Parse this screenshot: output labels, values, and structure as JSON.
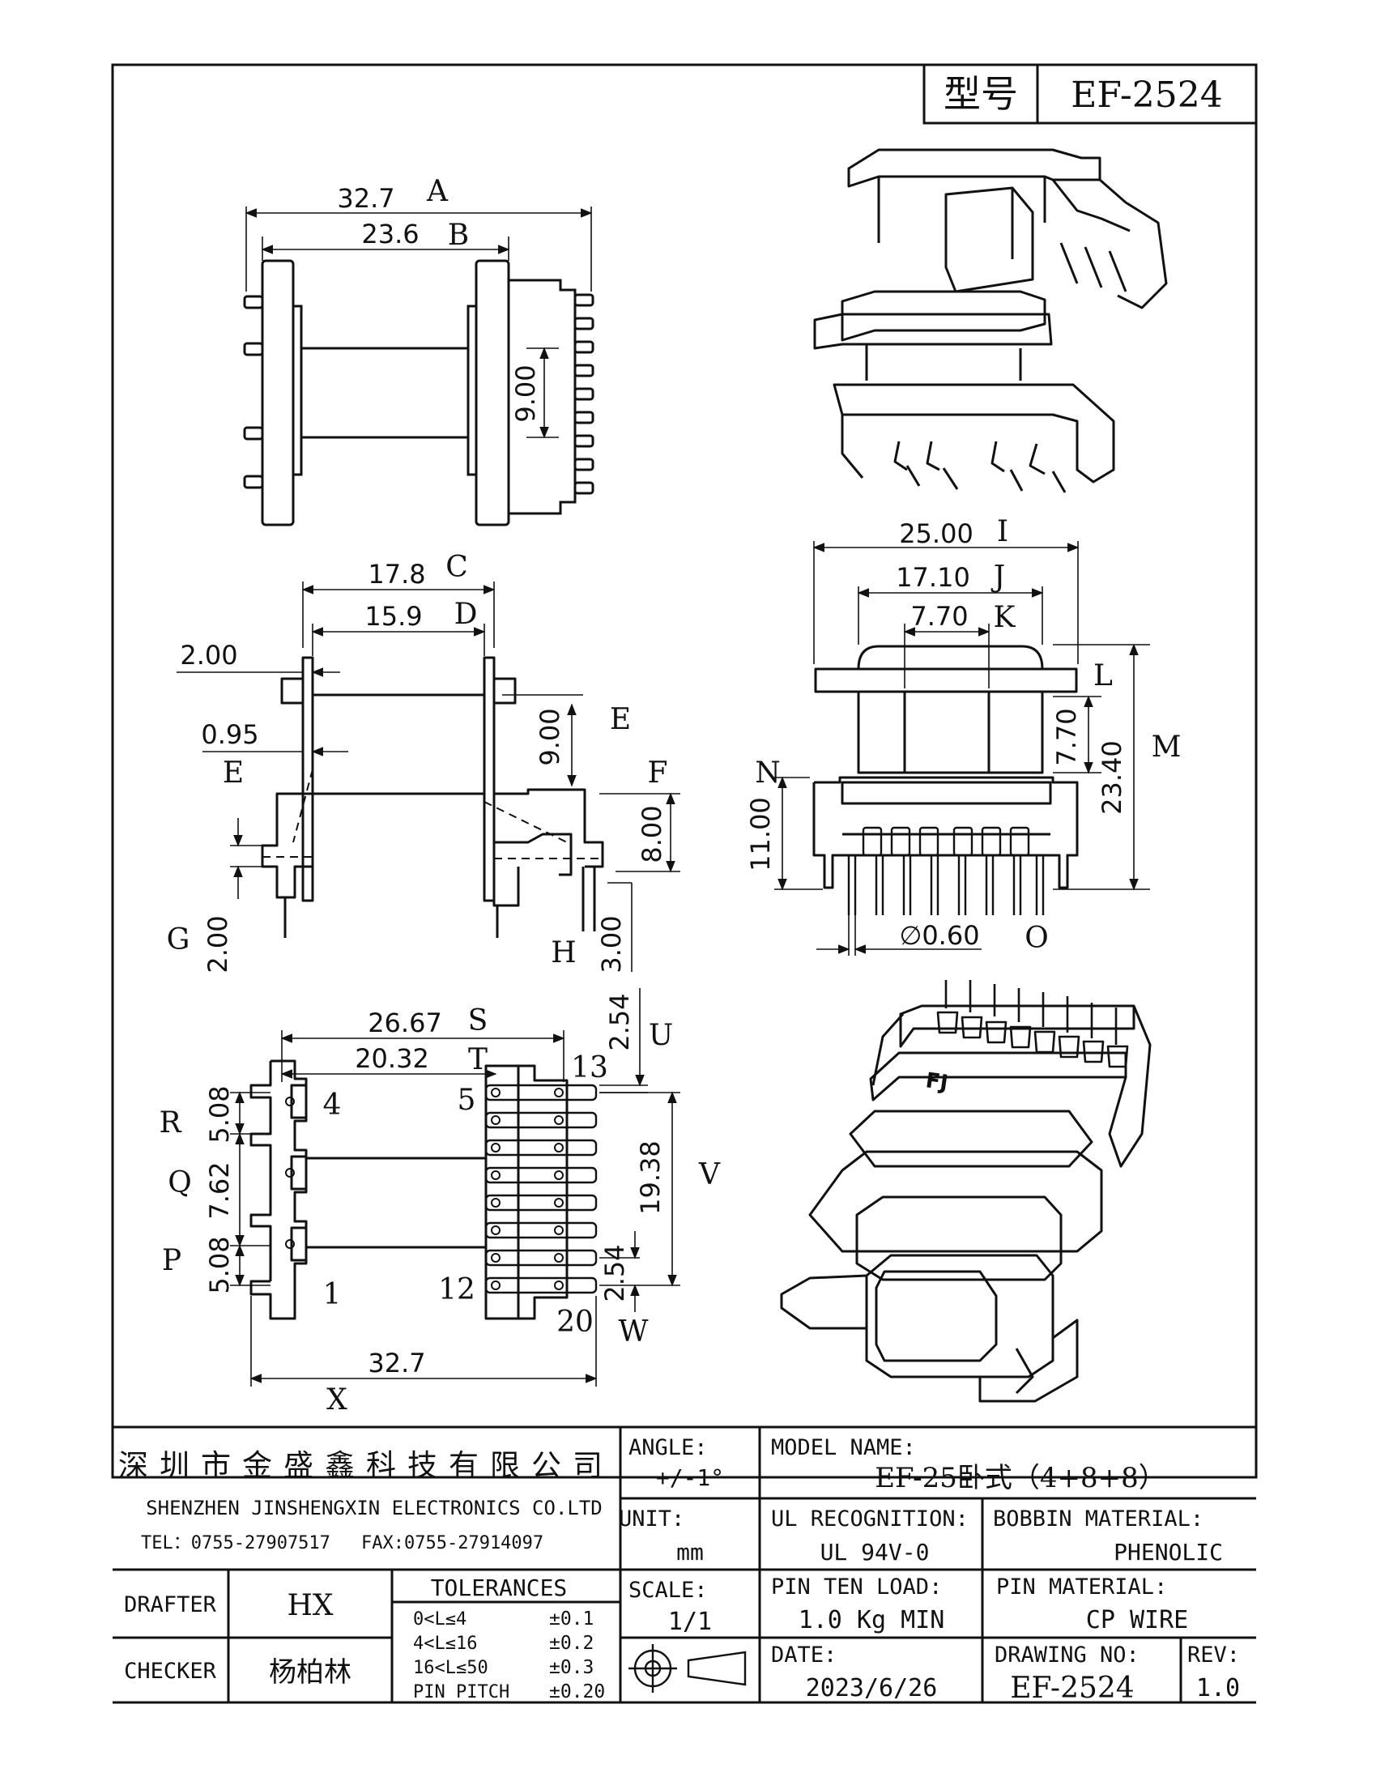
{
  "title_block": {
    "model_label": "型号",
    "model_value": "EF-2524"
  },
  "dimensions": {
    "A": {
      "letter": "A",
      "value": "32.7"
    },
    "B": {
      "letter": "B",
      "value": "23.6"
    },
    "C": {
      "letter": "C",
      "value": "17.8"
    },
    "D": {
      "letter": "D",
      "value": "15.9"
    },
    "E": {
      "letter": "E",
      "value": "9.00"
    },
    "F": {
      "letter": "F",
      "value": "8.00"
    },
    "G": {
      "letter": "G",
      "value": "2.00"
    },
    "H": {
      "letter": "H",
      "value": "3.00"
    },
    "I": {
      "letter": "I",
      "value": "25.00"
    },
    "J": {
      "letter": "J",
      "value": "17.10"
    },
    "K": {
      "letter": "K",
      "value": "7.70"
    },
    "L": {
      "letter": "L",
      "value": "7.70"
    },
    "M": {
      "letter": "M",
      "value": "23.40"
    },
    "N": {
      "letter": "N",
      "value": "11.00"
    },
    "O": {
      "letter": "O",
      "value": "∅0.60"
    },
    "S": {
      "letter": "S",
      "value": "26.67"
    },
    "T": {
      "letter": "T",
      "value": "20.32"
    },
    "U": {
      "letter": "U",
      "value": "2.54"
    },
    "V": {
      "letter": "V",
      "value": "19.38"
    },
    "W": {
      "letter": "W",
      "value": "2.54"
    },
    "R": {
      "letter": "R",
      "value": "5.08"
    },
    "Q": {
      "letter": "Q",
      "value": "7.62"
    },
    "P": {
      "letter": "P",
      "value": "5.08"
    },
    "X": {
      "letter": "X",
      "value": "32.7"
    },
    "top_inner": {
      "value": "9.00"
    },
    "side_flange": {
      "value": "2.00"
    },
    "side_wall": {
      "value": "0.95",
      "letter": "E"
    }
  },
  "pin_numbers": [
    "1",
    "4",
    "5",
    "12",
    "13",
    "20"
  ],
  "iso_label": "FJ",
  "footer": {
    "company_cn": "深圳市金盛鑫科技有限公司",
    "company_en": "SHENZHEN JINSHENGXIN ELECTRONICS CO.LTD",
    "tel": "TEL：0755-27907517",
    "fax": "FAX:0755-27914097",
    "angle_label": "ANGLE:",
    "angle_value": "+/-1°",
    "model_name_label": "MODEL NAME:",
    "model_name_value": "EF-25卧式（4+8+8）",
    "unit_label": "UNIT:",
    "unit_value": "mm",
    "ul_label": "UL RECOGNITION:",
    "ul_value": "UL 94V-0",
    "bobbin_label": "BOBBIN MATERIAL:",
    "bobbin_value": "PHENOLIC",
    "drafter_label": "DRAFTER",
    "drafter_value": "HX",
    "checker_label": "CHECKER",
    "checker_value": "杨柏林",
    "tolerances_title": "TOLERANCES",
    "tolerances": [
      {
        "range": "0<L≤4",
        "value": "±0.1"
      },
      {
        "range": "4<L≤16",
        "value": "±0.2"
      },
      {
        "range": "16<L≤50",
        "value": "±0.3"
      },
      {
        "range": "PIN PITCH",
        "value": "±0.20"
      }
    ],
    "scale_label": "SCALE:",
    "scale_value": "1/1",
    "pin_load_label": "PIN TEN LOAD:",
    "pin_load_value": "1.0 Kg MIN",
    "pin_material_label": "PIN MATERIAL:",
    "pin_material_value": "CP WIRE",
    "date_label": "DATE:",
    "date_value": "2023/6/26",
    "drawing_no_label": "DRAWING NO:",
    "drawing_no_value": "EF-2524",
    "rev_label": "REV:",
    "rev_value": "1.0"
  }
}
